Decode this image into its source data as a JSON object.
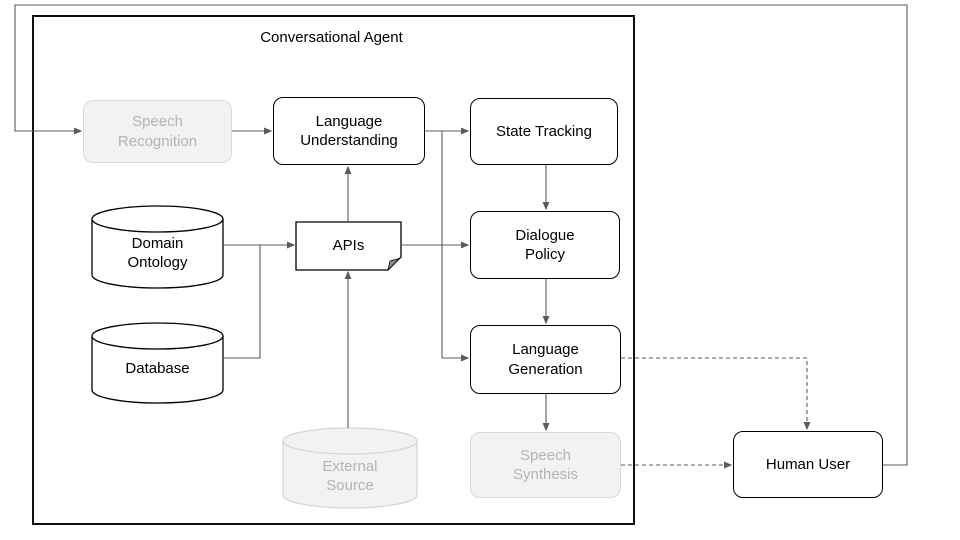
{
  "diagram": {
    "title": "Conversational Agent",
    "nodes": {
      "speech_recognition": {
        "label": "Speech\nRecognition",
        "state": "disabled"
      },
      "language_understanding": {
        "label": "Language\nUnderstanding",
        "state": "active"
      },
      "state_tracking": {
        "label": "State Tracking",
        "state": "active"
      },
      "dialogue_policy": {
        "label": "Dialogue\nPolicy",
        "state": "active"
      },
      "language_generation": {
        "label": "Language\nGeneration",
        "state": "active"
      },
      "speech_synthesis": {
        "label": "Speech\nSynthesis",
        "state": "disabled"
      },
      "apis": {
        "label": "APIs",
        "state": "active",
        "shape": "document"
      },
      "domain_ontology": {
        "label": "Domain\nOntology",
        "state": "active",
        "shape": "cylinder"
      },
      "database": {
        "label": "Database",
        "state": "active",
        "shape": "cylinder"
      },
      "external_source": {
        "label": "External\nSource",
        "state": "disabled",
        "shape": "cylinder"
      },
      "human_user": {
        "label": "Human User",
        "state": "active"
      }
    },
    "edges": [
      {
        "from": "human_user",
        "to": "speech_recognition",
        "style": "solid"
      },
      {
        "from": "speech_recognition",
        "to": "language_understanding",
        "style": "solid"
      },
      {
        "from": "language_understanding",
        "to": "state_tracking",
        "style": "solid"
      },
      {
        "from": "language_understanding",
        "to": "language_generation",
        "style": "solid"
      },
      {
        "from": "state_tracking",
        "to": "dialogue_policy",
        "style": "solid"
      },
      {
        "from": "dialogue_policy",
        "to": "language_generation",
        "style": "solid"
      },
      {
        "from": "language_generation",
        "to": "speech_synthesis",
        "style": "solid"
      },
      {
        "from": "apis",
        "to": "language_understanding",
        "style": "solid"
      },
      {
        "from": "external_source",
        "to": "apis",
        "style": "solid"
      },
      {
        "from": "domain_ontology",
        "to": "apis",
        "style": "solid"
      },
      {
        "from": "database",
        "to": "apis",
        "style": "solid"
      },
      {
        "from": "apis",
        "to": "dialogue_policy",
        "style": "solid"
      },
      {
        "from": "language_generation",
        "to": "human_user",
        "style": "dashed"
      },
      {
        "from": "speech_synthesis",
        "to": "human_user",
        "style": "dashed"
      }
    ],
    "colors": {
      "line": "#5b5b5b",
      "box_border": "#000000",
      "disabled_fill": "#f2f2f2",
      "disabled_border": "#d9d9d9",
      "disabled_text": "#b3b3b3",
      "background": "#ffffff"
    }
  }
}
